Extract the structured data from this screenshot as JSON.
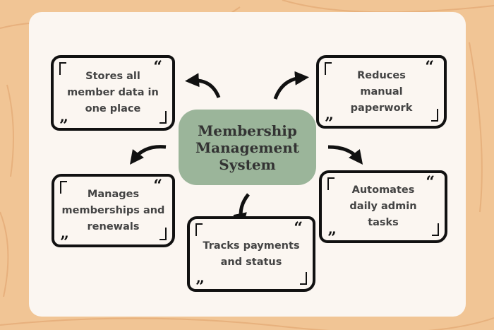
{
  "center": {
    "title": "Membership Management System"
  },
  "nodes": [
    {
      "text": "Stores all member data in one place"
    },
    {
      "text": "Reduces manual paperwork"
    },
    {
      "text": "Manages memberships and renewals"
    },
    {
      "text": "Automates daily admin tasks"
    },
    {
      "text": "Tracks payments and status"
    }
  ],
  "quote_open": "“",
  "quote_close": "”",
  "colors": {
    "background": "#f1c595",
    "card": "#fbf6f1",
    "center": "#9bb59a",
    "outline": "#111111"
  }
}
